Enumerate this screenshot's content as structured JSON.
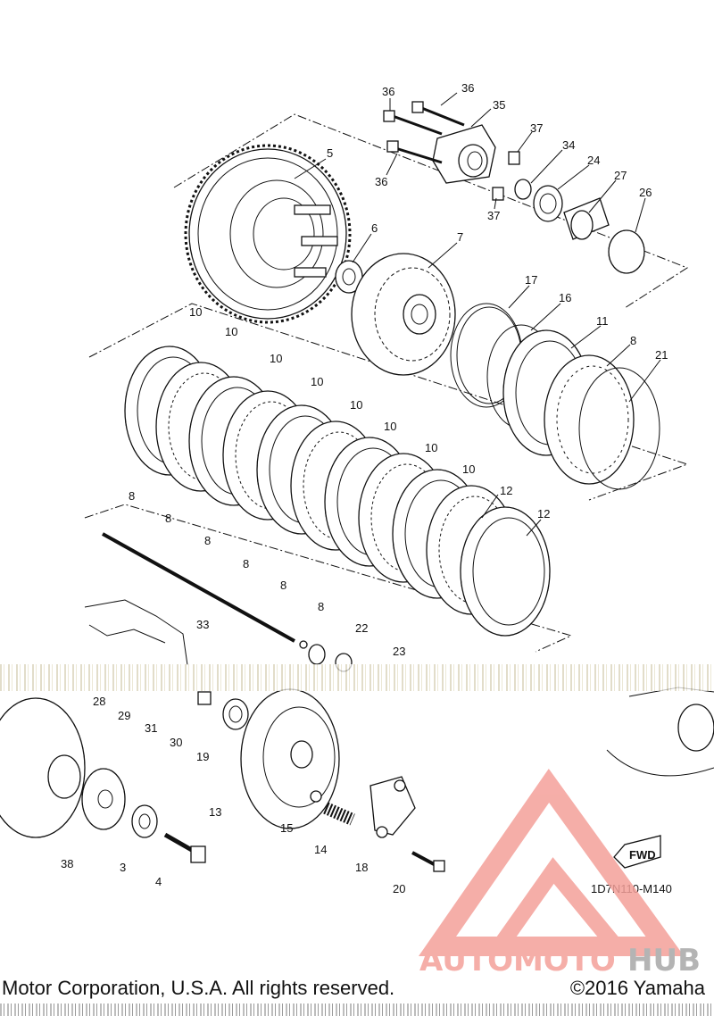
{
  "diagram": {
    "callouts": [
      {
        "label": "36"
      },
      {
        "label": "36"
      },
      {
        "label": "35"
      },
      {
        "label": "37"
      },
      {
        "label": "34"
      },
      {
        "label": "24"
      },
      {
        "label": "27"
      },
      {
        "label": "26"
      },
      {
        "label": "36"
      },
      {
        "label": "37"
      },
      {
        "label": "5"
      },
      {
        "label": "6"
      },
      {
        "label": "7"
      },
      {
        "label": "17"
      },
      {
        "label": "16"
      },
      {
        "label": "11"
      },
      {
        "label": "8"
      },
      {
        "label": "21"
      },
      {
        "label": "10"
      },
      {
        "label": "10"
      },
      {
        "label": "10"
      },
      {
        "label": "10"
      },
      {
        "label": "10"
      },
      {
        "label": "10"
      },
      {
        "label": "10"
      },
      {
        "label": "10"
      },
      {
        "label": "8"
      },
      {
        "label": "8"
      },
      {
        "label": "8"
      },
      {
        "label": "8"
      },
      {
        "label": "8"
      },
      {
        "label": "8"
      },
      {
        "label": "8"
      },
      {
        "label": "12"
      },
      {
        "label": "12"
      },
      {
        "label": "22"
      },
      {
        "label": "23"
      },
      {
        "label": "33"
      },
      {
        "label": "28"
      },
      {
        "label": "29"
      },
      {
        "label": "31"
      },
      {
        "label": "30"
      },
      {
        "label": "19"
      },
      {
        "label": "13"
      },
      {
        "label": "15"
      },
      {
        "label": "14"
      },
      {
        "label": "18"
      },
      {
        "label": "20"
      },
      {
        "label": "38"
      },
      {
        "label": "3"
      },
      {
        "label": "4"
      }
    ],
    "fwd_label": "FWD",
    "diagram_code": "1D7N110-M140"
  },
  "watermark": {
    "text_part1": "AUTOMOTO",
    "text_part2": "HUB",
    "color_primary": "#f4a09a",
    "color_secondary": "#a8a8a8"
  },
  "footer": {
    "copyright_left": "Motor Corporation, U.S.A. All rights reserved.",
    "copyright_right": "©2016 Yamaha"
  }
}
